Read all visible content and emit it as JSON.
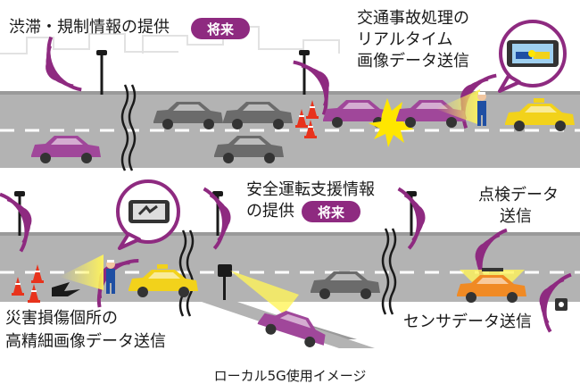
{
  "labels": {
    "congestion": "渋滞・規制情報の提供",
    "accident_line1": "交通事故処理の",
    "accident_line2": "リアルタイム",
    "accident_line3": "画像データ送信",
    "safety_line1": "安全運転支援情報",
    "safety_line2": "の提供",
    "inspection_line1": "点検データ",
    "inspection_line2": "送信",
    "disaster_line1": "災害損傷個所の",
    "disaster_line2": "高精細画像データ送信",
    "sensor": "センサデータ送信"
  },
  "tags": {
    "future_a": "将来",
    "future_b": "将来"
  },
  "caption": "ローカル5G使用イメージ",
  "colors": {
    "accent": "#8e2a80",
    "road": "#b3b3b3",
    "purple_car": "#a0479a",
    "gray_car": "#6b6b6b",
    "taxi": "#f2d21b",
    "orange_car": "#f08a24",
    "explosion": "#ffe600"
  }
}
